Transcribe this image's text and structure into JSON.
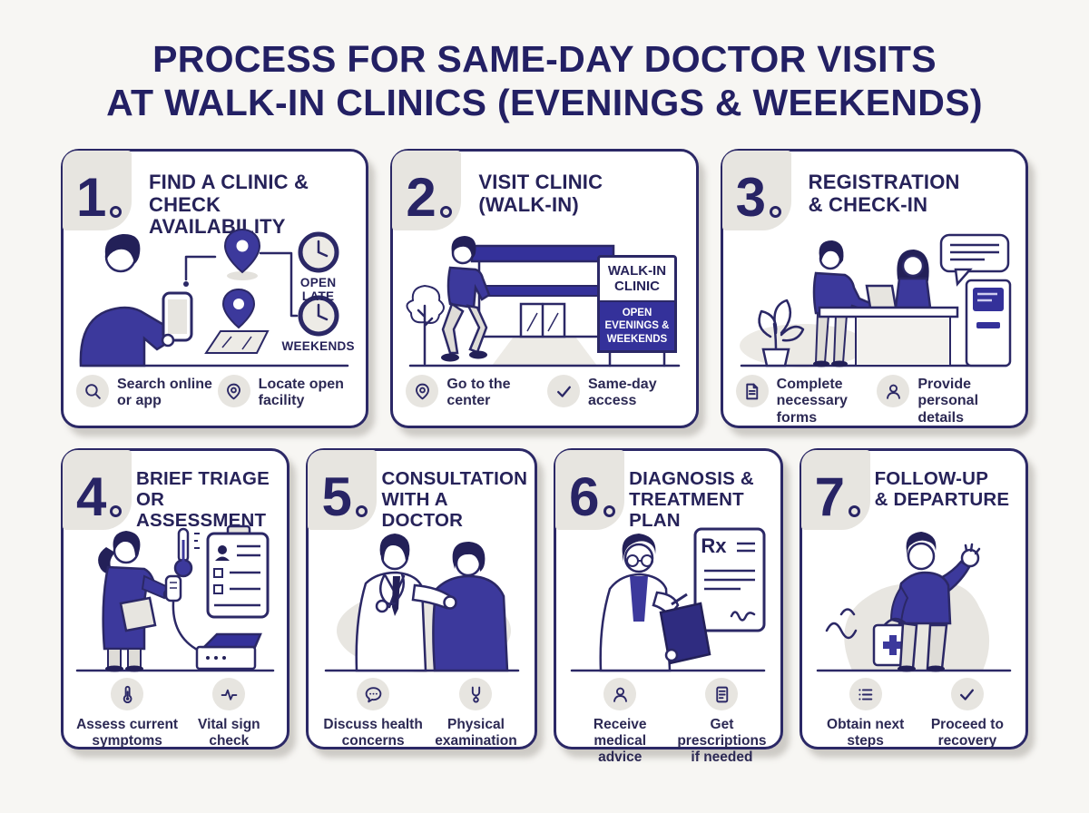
{
  "title": {
    "line1": "PROCESS FOR SAME-DAY DOCTOR VISITS",
    "line2": "AT WALK-IN CLINICS (EVENINGS & WEEKENDS)"
  },
  "colors": {
    "navy_text": "#232064",
    "outline_navy": "#2b2866",
    "indigo_fill": "#3c399c",
    "sign_indigo": "#34319a",
    "badge_gray": "#e7e5e0",
    "page_bg": "#f7f6f3",
    "card_bg": "#ffffff"
  },
  "steps": [
    {
      "number": "1",
      "heading": "FIND A CLINIC &\nCHECK AVAILABILITY",
      "labels": {
        "open_late": "OPEN LATE",
        "weekends": "WEEKENDS"
      },
      "footer": [
        {
          "icon": "search-icon",
          "label": "Search online\nor app"
        },
        {
          "icon": "location-pin-icon",
          "label": "Locate open\nfacility"
        }
      ]
    },
    {
      "number": "2",
      "heading": "VISIT CLINIC\n(WALK-IN)",
      "labels": {
        "sign_top": "WALK-IN\nCLINIC",
        "sign_bottom": "OPEN\nEVENINGS &\nWEEKENDS"
      },
      "footer": [
        {
          "icon": "location-pin-icon",
          "label": "Go to the\ncenter"
        },
        {
          "icon": "check-icon",
          "label": "Same-day\naccess"
        }
      ]
    },
    {
      "number": "3",
      "heading": "REGISTRATION\n& CHECK-IN",
      "footer": [
        {
          "icon": "document-icon",
          "label": "Complete\nnecessary forms"
        },
        {
          "icon": "person-icon",
          "label": "Provide\npersonal\ndetails"
        }
      ]
    },
    {
      "number": "4",
      "heading": "BRIEF TRIAGE\nOR ASSESSMENT",
      "footer": [
        {
          "icon": "thermometer-icon",
          "label": "Assess current\nsymptoms"
        },
        {
          "icon": "pulse-icon",
          "label": "Vital sign\ncheck"
        }
      ]
    },
    {
      "number": "5",
      "heading": "CONSULTATION\nWITH A DOCTOR",
      "footer": [
        {
          "icon": "speech-bubble-icon",
          "label": "Discuss health\nconcerns"
        },
        {
          "icon": "stethoscope-icon",
          "label": "Physical\nexamination"
        }
      ]
    },
    {
      "number": "6",
      "heading": "DIAGNOSIS &\nTREATMENT PLAN",
      "labels": {
        "rx": "Rx"
      },
      "footer": [
        {
          "icon": "person-icon",
          "label": "Receive medical\nadvice"
        },
        {
          "icon": "document-icon",
          "label": "Get prescriptions\nif needed"
        }
      ]
    },
    {
      "number": "7",
      "heading": "FOLLOW-UP\n& DEPARTURE",
      "footer": [
        {
          "icon": "list-icon",
          "label": "Obtain next\nsteps"
        },
        {
          "icon": "check-icon",
          "label": "Proceed to\nrecovery"
        }
      ]
    }
  ]
}
